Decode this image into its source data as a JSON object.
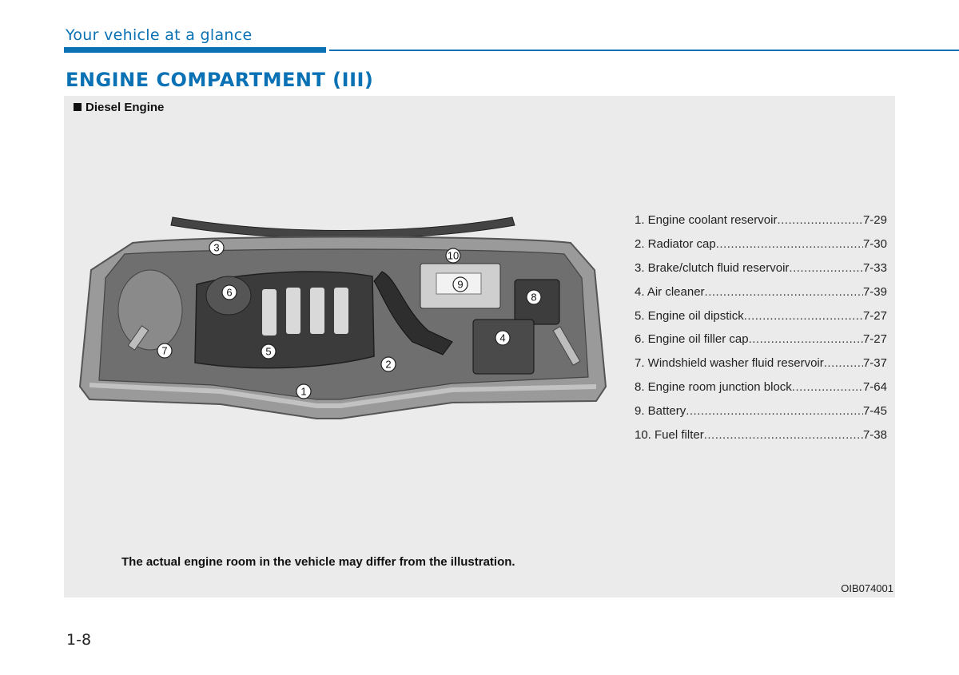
{
  "header": {
    "section_title": "Your vehicle at a glance",
    "page_heading": "ENGINE COMPARTMENT (III)"
  },
  "figure": {
    "variant_label": "Diesel Engine",
    "callouts": [
      "1",
      "2",
      "3",
      "4",
      "5",
      "6",
      "7",
      "8",
      "9",
      "10"
    ],
    "disclaimer": "The actual engine room in the vehicle may differ from the illustration.",
    "figure_code": "OIB074001"
  },
  "legend": [
    {
      "label": "1. Engine coolant reservoir",
      "page": "7-29"
    },
    {
      "label": "2. Radiator cap",
      "page": "7-30"
    },
    {
      "label": "3. Brake/clutch fluid reservoir",
      "page": "7-33"
    },
    {
      "label": "4. Air cleaner",
      "page": "7-39"
    },
    {
      "label": "5. Engine oil dipstick",
      "page": "7-27"
    },
    {
      "label": "6. Engine oil filler cap",
      "page": "7-27"
    },
    {
      "label": "7. Windshield washer fluid reservoir",
      "page": "7-37"
    },
    {
      "label": "8. Engine room junction block",
      "page": "7-64"
    },
    {
      "label": "9. Battery",
      "page": "7-45"
    },
    {
      "label": "10. Fuel filter",
      "page": "7-38"
    }
  ],
  "footer": {
    "page_number": "1-8"
  },
  "colors": {
    "accent": "#0a72b4",
    "panel": "#ebebeb"
  }
}
